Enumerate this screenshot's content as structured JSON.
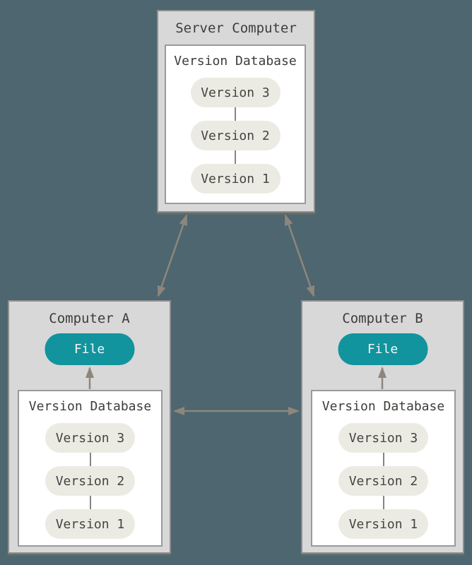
{
  "colors": {
    "background": "#4d6670",
    "box_fill": "#d8d8d8",
    "box_border": "#8f8f8f",
    "inner_fill": "#ffffff",
    "inner_border": "#9a9a9a",
    "pill_fill": "#ecebe3",
    "pill_text": "#45453f",
    "file_fill": "#11949e",
    "file_text": "#f5f5f5",
    "arrow": "#8e867c",
    "connector": "#858585",
    "title_text": "#3d3d3a"
  },
  "server": {
    "title": "Server Computer",
    "database": {
      "title": "Version Database",
      "versions": [
        "Version 3",
        "Version 2",
        "Version 1"
      ]
    }
  },
  "computer_a": {
    "title": "Computer A",
    "file_label": "File",
    "database": {
      "title": "Version Database",
      "versions": [
        "Version 3",
        "Version 2",
        "Version 1"
      ]
    }
  },
  "computer_b": {
    "title": "Computer B",
    "file_label": "File",
    "database": {
      "title": "Version Database",
      "versions": [
        "Version 3",
        "Version 2",
        "Version 1"
      ]
    }
  }
}
